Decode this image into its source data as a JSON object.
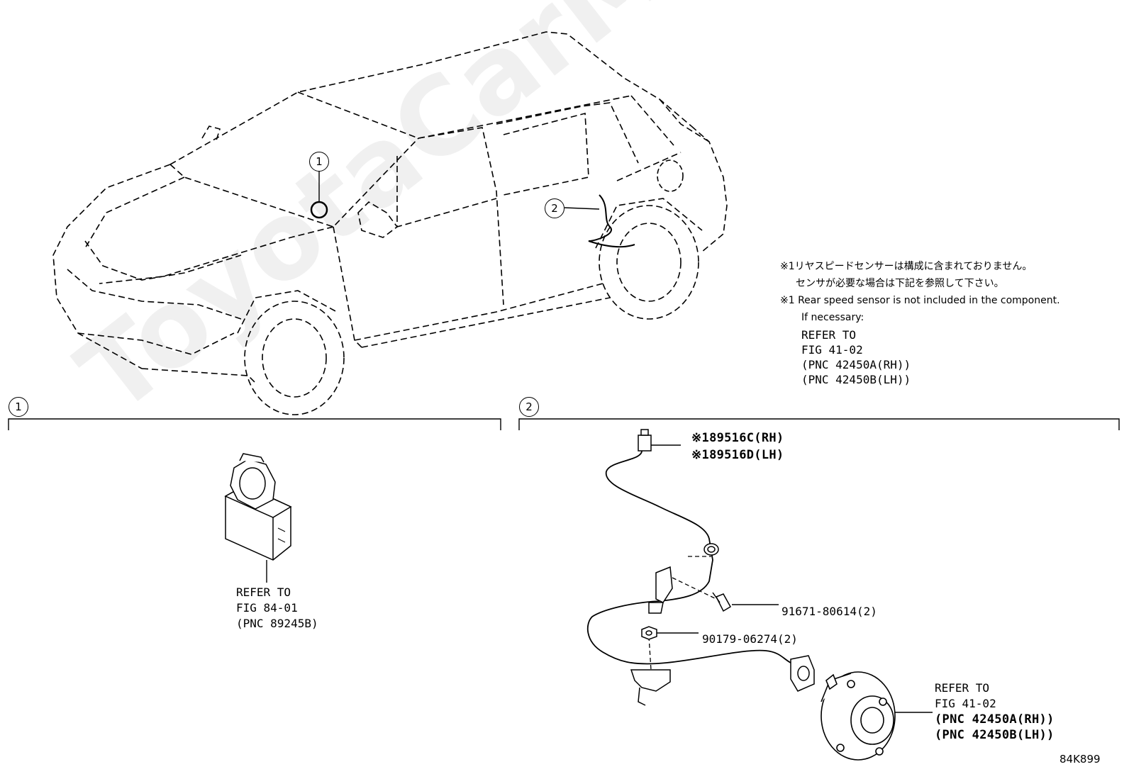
{
  "callouts": {
    "one": "1",
    "two": "2"
  },
  "note": {
    "jp_line1": "※1リヤスピードセンサーは構成に含まれておりません。",
    "jp_line2": "センサが必要な場合は下記を参照して下さい。",
    "en_line1": "※1 Rear speed sensor is not included in the component.",
    "en_line2": "If necessary:",
    "ref_line1": "REFER TO",
    "ref_line2": "FIG 41-02",
    "ref_line3": "(PNC 42450A(RH))",
    "ref_line4": "(PNC 42450B(LH))"
  },
  "section1": {
    "ref_line1": "REFER TO",
    "ref_line2": "FIG 84-01",
    "ref_line3": "(PNC 89245B)"
  },
  "section2": {
    "part_rh": "※189516C(RH)",
    "part_lh": "※189516D(LH)",
    "bolt": "91671-80614(2)",
    "nut": "90179-06274(2)",
    "hub_ref_line1": "REFER TO",
    "hub_ref_line2": "FIG 41-02",
    "hub_ref_line3": "(PNC 42450A(RH))",
    "hub_ref_line4": "(PNC 42450B(LH))"
  },
  "figure_code": "84K899",
  "watermark": "ToyotaCarMine.ru"
}
